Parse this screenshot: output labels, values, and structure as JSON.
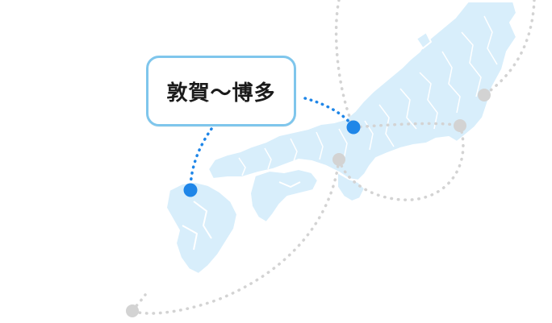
{
  "route": {
    "label": "敦賀〜博多"
  },
  "colors": {
    "land": "#d8eefb",
    "land_border": "#ffffff",
    "route_active": "#1f86e8",
    "route_inactive": "#d3d3d3",
    "label_border": "#7fc6ec"
  },
  "legend_icons": [
    "active-stop-dot",
    "inactive-stop-dot"
  ]
}
